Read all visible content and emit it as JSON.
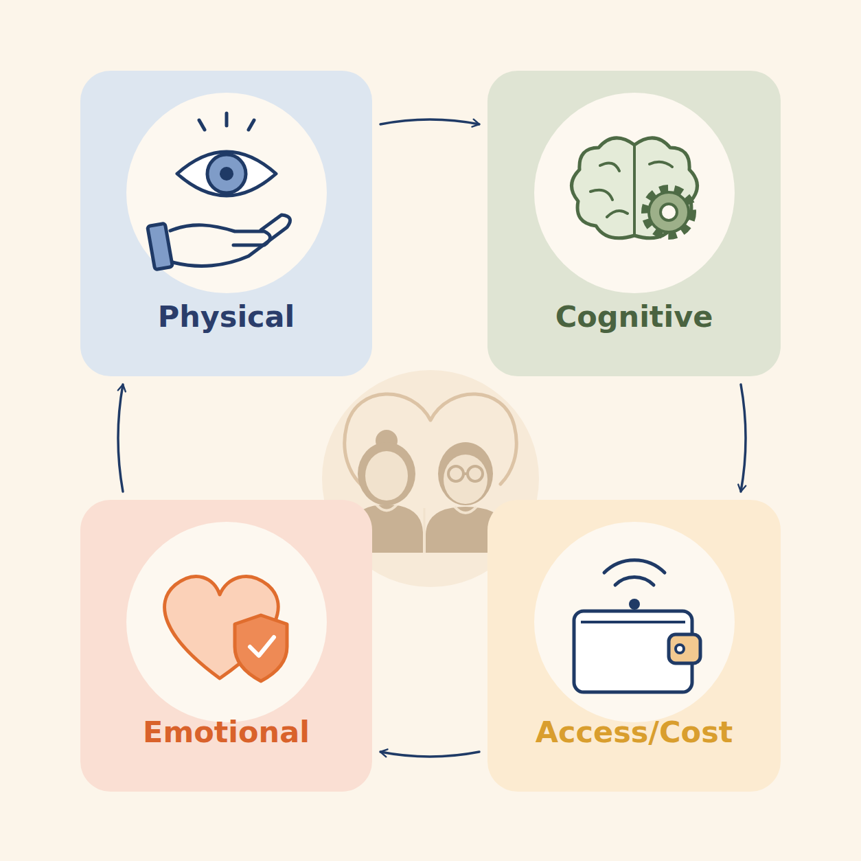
{
  "diagram": {
    "nodes": [
      {
        "text": [
          "Physical"
        ]
      },
      {
        "text": [
          "Cognitive"
        ]
      },
      {
        "text": [
          "Emotional"
        ]
      },
      {
        "text": [
          "Access/Cost"
        ]
      }
    ],
    "edges": [
      {
        "from": 0,
        "to": 1,
        "arrow": "to"
      },
      {
        "from": 1,
        "to": 3,
        "arrow": "to"
      },
      {
        "from": 3,
        "to": 2,
        "arrow": "to"
      },
      {
        "from": 2,
        "to": 0,
        "arrow": "to"
      }
    ]
  }
}
